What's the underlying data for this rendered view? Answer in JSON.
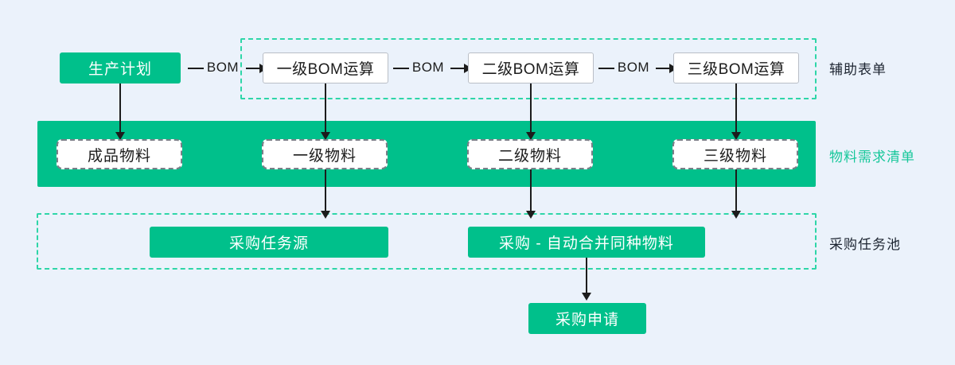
{
  "meta": {
    "background_color": "#ebf2fb",
    "accent_green": "#00c08b",
    "dashed_group_green": "#2ed6a8",
    "caption_green": "#16c79a",
    "line_color": "#1c1c1c"
  },
  "nodes": {
    "production_plan": "生产计划",
    "bom_level1": "一级BOM运算",
    "bom_level2": "二级BOM运算",
    "bom_level3": "三级BOM运算",
    "material_finished": "成品物料",
    "material_level1": "一级物料",
    "material_level2": "二级物料",
    "material_level3": "三级物料",
    "purchase_task_source": "采购任务源",
    "purchase_merge": "采购 - 自动合并同种物料",
    "purchase_request": "采购申请"
  },
  "edge_labels": {
    "bom_1": "BOM",
    "bom_2": "BOM",
    "bom_3": "BOM"
  },
  "group_captions": {
    "auxiliary_form": "辅助表单",
    "material_requirement_list": "物料需求清单",
    "purchase_task_pool": "采购任务池"
  }
}
